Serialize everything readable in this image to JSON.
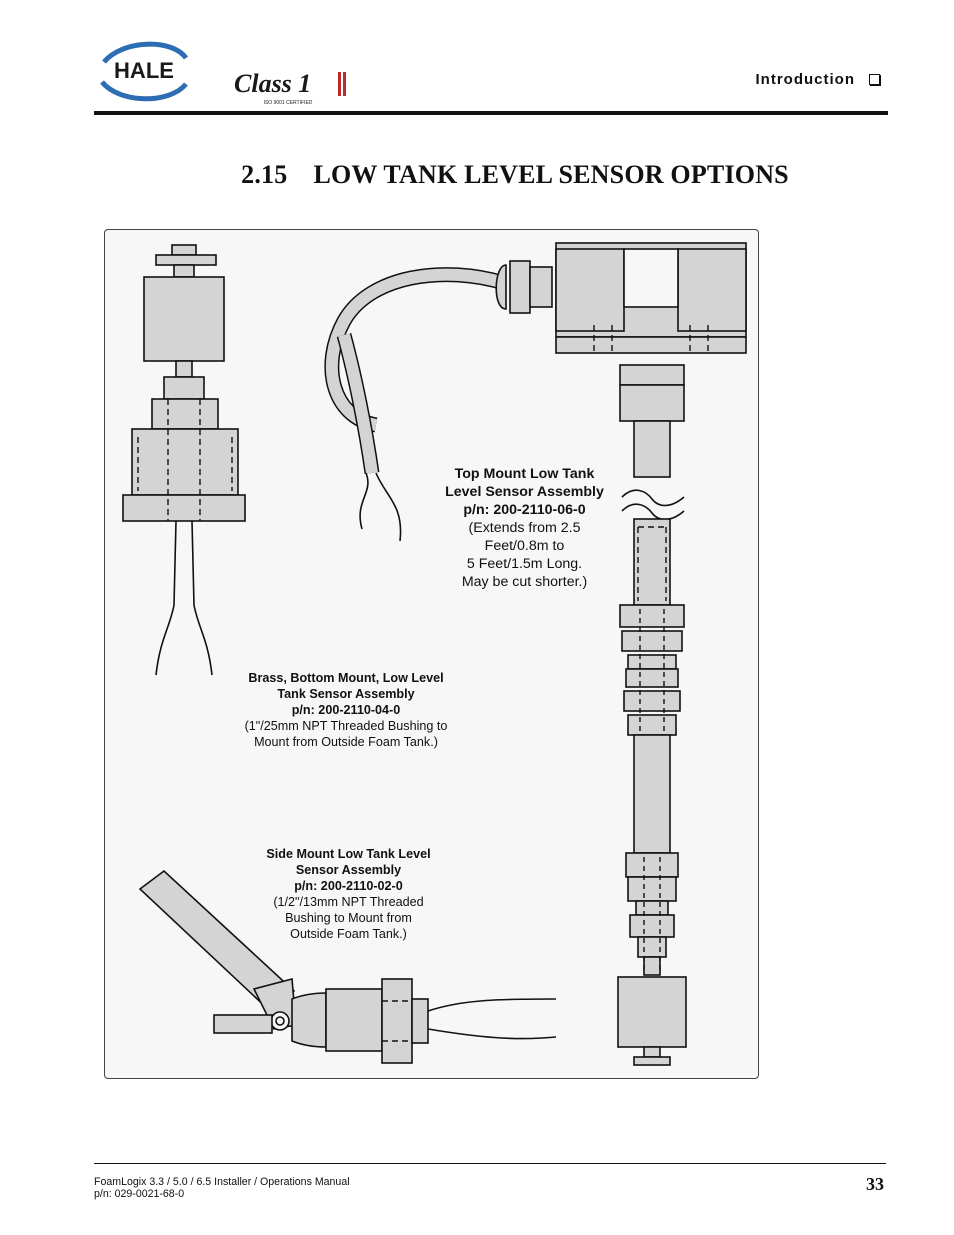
{
  "header": {
    "logo_hale": "HALE",
    "logo_class1": "Class 1",
    "logo_class1_sub": "ISO 9001 CERTIFIED",
    "section": "Introduction"
  },
  "title": {
    "number": "2.15",
    "text": "LOW TANK LEVEL SENSOR OPTIONS"
  },
  "figure": {
    "top_mount": {
      "line1": "Top Mount Low Tank",
      "line2": "Level Sensor Assembly",
      "part": "p/n: 200-2110-06-0",
      "note1": "(Extends from 2.5",
      "note2": "Feet/0.8m to",
      "note3": "5 Feet/1.5m Long.",
      "note4": "May be cut shorter.)"
    },
    "brass_bottom": {
      "line1": "Brass, Bottom Mount, Low Level",
      "line2": "Tank Sensor Assembly",
      "part": "p/n: 200-2110-04-0",
      "note1": "(1\"/25mm NPT Threaded Bushing to",
      "note2": "Mount from Outside Foam Tank.)"
    },
    "side_mount": {
      "line1": "Side Mount Low Tank Level",
      "line2": "Sensor Assembly",
      "part": "p/n: 200-2110-02-0",
      "note1": "(1/2\"/13mm NPT Threaded",
      "note2": "Bushing to Mount from",
      "note3": "Outside Foam Tank.)"
    }
  },
  "footer": {
    "manual": "FoamLogix 3.3 / 5.0 / 6.5 Installer / Operations Manual",
    "part_number": "p/n: 029-0021-68-0",
    "page": "33"
  },
  "colors": {
    "part_fill": "#d4d4d4",
    "stroke": "#111111",
    "frame_bg": "#f7f7f7"
  }
}
